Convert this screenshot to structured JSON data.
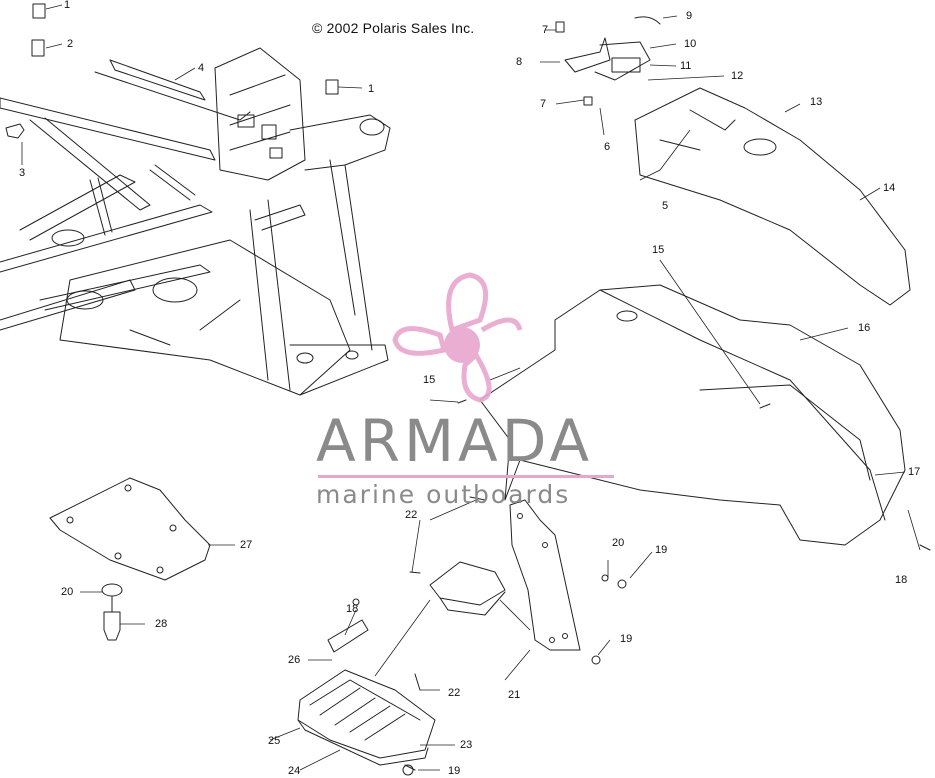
{
  "copyright": "© 2002 Polaris Sales Inc.",
  "watermark": {
    "title": "ARMADA",
    "subtitle": "marine outboards",
    "brand_color": "#e8a6cf",
    "text_color": "#8a8a8a",
    "icon": "propeller-icon"
  },
  "callouts": [
    {
      "id": "c1a",
      "text": "1"
    },
    {
      "id": "c2",
      "text": "2"
    },
    {
      "id": "c4",
      "text": "4"
    },
    {
      "id": "c1b",
      "text": "1"
    },
    {
      "id": "c3",
      "text": "3"
    },
    {
      "id": "c7a",
      "text": "7"
    },
    {
      "id": "c8",
      "text": "8"
    },
    {
      "id": "c9",
      "text": "9"
    },
    {
      "id": "c10",
      "text": "10"
    },
    {
      "id": "c11",
      "text": "11"
    },
    {
      "id": "c12",
      "text": "12"
    },
    {
      "id": "c7b",
      "text": "7"
    },
    {
      "id": "c6",
      "text": "6"
    },
    {
      "id": "c13",
      "text": "13"
    },
    {
      "id": "c5",
      "text": "5"
    },
    {
      "id": "c14",
      "text": "14"
    },
    {
      "id": "c15a",
      "text": "15"
    },
    {
      "id": "c16",
      "text": "16"
    },
    {
      "id": "c15b",
      "text": "15"
    },
    {
      "id": "c17",
      "text": "17"
    },
    {
      "id": "c18a",
      "text": "18"
    },
    {
      "id": "c27",
      "text": "27"
    },
    {
      "id": "c20a",
      "text": "20"
    },
    {
      "id": "c28",
      "text": "28"
    },
    {
      "id": "c22a",
      "text": "22"
    },
    {
      "id": "c20b",
      "text": "20"
    },
    {
      "id": "c19a",
      "text": "19"
    },
    {
      "id": "c19b",
      "text": "19"
    },
    {
      "id": "c21",
      "text": "21"
    },
    {
      "id": "c18b",
      "text": "18"
    },
    {
      "id": "c26",
      "text": "26"
    },
    {
      "id": "c22b",
      "text": "22"
    },
    {
      "id": "c25",
      "text": "25"
    },
    {
      "id": "c23",
      "text": "23"
    },
    {
      "id": "c24",
      "text": "24"
    },
    {
      "id": "c19c",
      "text": "19"
    }
  ]
}
